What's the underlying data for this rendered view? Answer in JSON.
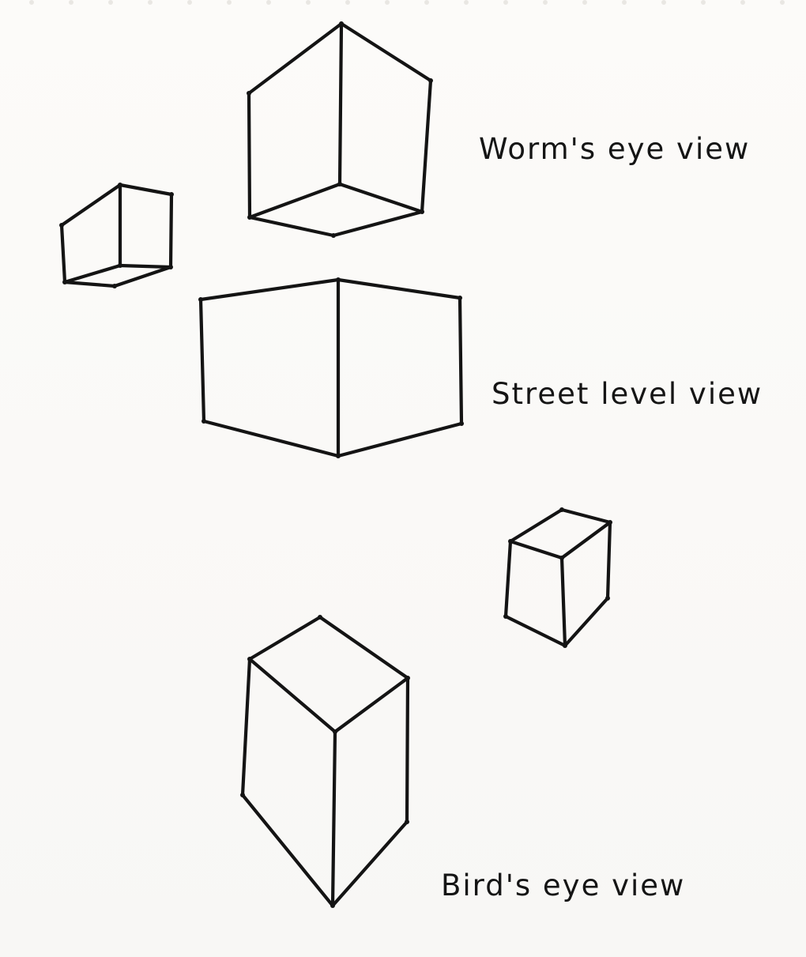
{
  "labels": {
    "worms_eye": "Worm's eye view",
    "street_level": "Street level view",
    "birds_eye": "Bird's eye view"
  },
  "ink_color": "#141414",
  "paper_color": "#fbfaf8"
}
